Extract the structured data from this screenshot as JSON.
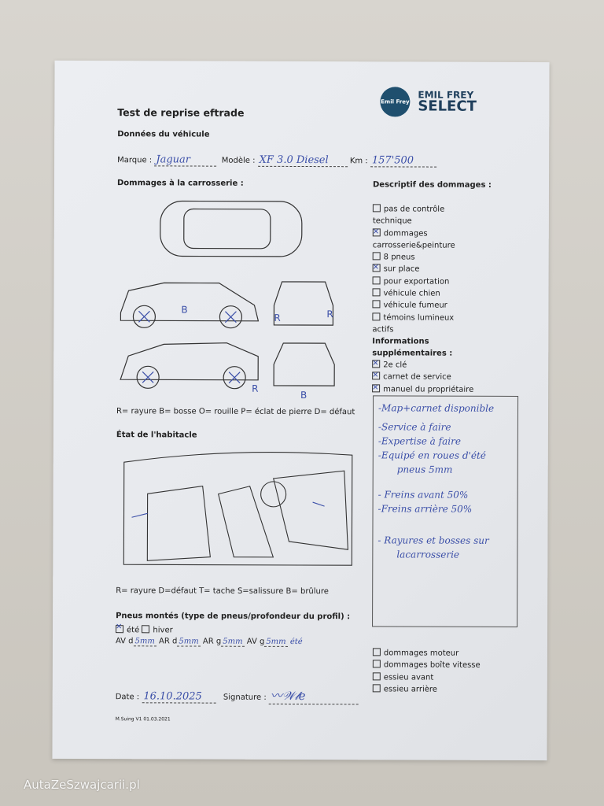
{
  "header": {
    "title": "Test de reprise eftrade",
    "logo_seal_text": "Emil Frey",
    "brand_line1": "EMIL FREY",
    "brand_line2": "SELECT"
  },
  "vehicle": {
    "section": "Données du véhicule",
    "make_label": "Marque :",
    "make_value": "Jaguar",
    "model_label": "Modèle :",
    "model_value": "XF 3.0 Diesel",
    "km_label": "Km :",
    "km_value": "157'500"
  },
  "bodywork": {
    "title": "Dommages à la carrosserie :",
    "legend": "R= rayure B= bosse O= rouille P= éclat de pierre D= défaut"
  },
  "interior": {
    "title": "État de l'habitacle",
    "legend": "R= rayure D=défaut T= tache S=salissure B= brûlure"
  },
  "damage_desc": {
    "title": "Descriptif des dommages :",
    "items": [
      {
        "label": "pas de contrôle technique",
        "checked": false
      },
      {
        "label": "dommages carrosserie&peinture",
        "checked": true
      },
      {
        "label": "8 pneus",
        "checked": false
      },
      {
        "label": "sur place",
        "checked": true
      },
      {
        "label": "pour exportation",
        "checked": false
      },
      {
        "label": "véhicule chien",
        "checked": false
      },
      {
        "label": "véhicule fumeur",
        "checked": false
      },
      {
        "label": "témoins lumineux actifs",
        "checked": false
      }
    ]
  },
  "extra_info": {
    "title": "Informations supplémentaires :",
    "items": [
      {
        "label": "2e clé",
        "checked": true
      },
      {
        "label": "carnet de service",
        "checked": true
      },
      {
        "label": "manuel du propriétaire",
        "checked": true
      }
    ]
  },
  "notes": [
    "-Map+carnet disponible",
    "-Service à faire",
    "-Expertise à faire",
    "-Equipé en roues d'été",
    "pneus 5mm",
    "- Freins avant 50%",
    "-Freins arrière 50%",
    "- Rayures et bosses sur",
    "lacarrosserie"
  ],
  "tires": {
    "title": "Pneus montés (type de pneus/profondeur du profil) :",
    "summer_label": "été",
    "summer_checked": true,
    "winter_label": "hiver",
    "winter_checked": false,
    "fr_label": "AV d",
    "fr_value": "5mm",
    "rr_label": "AR d",
    "rr_value": "5mm",
    "rl_label": "AR g",
    "rl_value": "5mm",
    "fl_label": "AV g",
    "fl_value": "5mm",
    "extra_note": "été"
  },
  "mechanical": [
    {
      "label": "dommages moteur",
      "checked": false
    },
    {
      "label": "dommages boîte vitesse",
      "checked": false
    },
    {
      "label": "essieu avant",
      "checked": false
    },
    {
      "label": "essieu arrière",
      "checked": false
    }
  ],
  "footer": {
    "date_label": "Date :",
    "date_value": "16.10.2025",
    "signature_label": "Signature :",
    "version": "M.Suing V1 01.03.2021"
  },
  "watermark": "AutaZeSzwajcarii.pl"
}
